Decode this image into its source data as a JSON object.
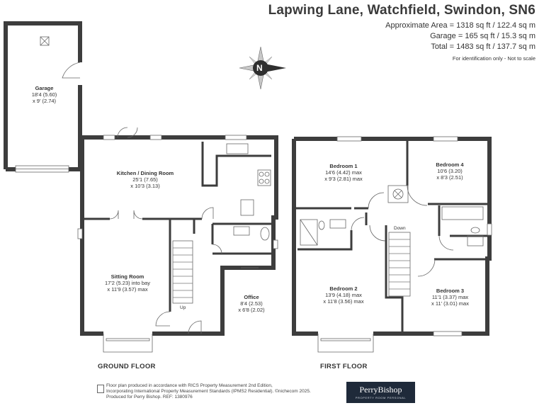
{
  "header": {
    "address": "Lapwing Lane, Watchfield, Swindon, SN6",
    "area_total_approx": "Approximate Area = 1318 sq ft / 122.4 sq m",
    "area_garage": "Garage = 165 sq ft / 15.3 sq m",
    "area_total": "Total = 1483 sq ft / 137.7 sq m",
    "note": "For identification only - Not to scale"
  },
  "compass": {
    "letter": "N"
  },
  "rooms": {
    "garage": {
      "name": "Garage",
      "dim1": "18'4 (5.60)",
      "dim2": "x 9' (2.74)"
    },
    "kitchen": {
      "name": "Kitchen / Dining Room",
      "dim1": "25'1 (7.65)",
      "dim2": "x 10'3 (3.13)"
    },
    "sitting": {
      "name": "Sitting Room",
      "dim1": "17'2 (5.23) into bay",
      "dim2": "x 11'9 (3.57) max"
    },
    "office": {
      "name": "Office",
      "dim1": "8'4 (2.53)",
      "dim2": "x 6'8 (2.02)"
    },
    "bed1": {
      "name": "Bedroom 1",
      "dim1": "14'6 (4.42) max",
      "dim2": "x 9'3 (2.81) max"
    },
    "bed4": {
      "name": "Bedroom 4",
      "dim1": "10'6 (3.20)",
      "dim2": "x 8'3 (2.51)"
    },
    "bed2": {
      "name": "Bedroom 2",
      "dim1": "13'9 (4.18) max",
      "dim2": "x 11'8 (3.56) max"
    },
    "bed3": {
      "name": "Bedroom 3",
      "dim1": "11'1 (3.37) max",
      "dim2": "x 11' (3.01) max"
    }
  },
  "stairs": {
    "up": "Up",
    "down": "Down"
  },
  "floors": {
    "ground": "GROUND FLOOR",
    "first": "FIRST FLOOR"
  },
  "footer": {
    "line1": "Floor plan produced in accordance with RICS Property Measurement 2nd Edition,",
    "line2": "Incorporating International Property Measurement Standards (IPMS2 Residential).  ©nichecom 2025.",
    "line3": "Produced for Perry Bishop.   REF: 1380976"
  },
  "logo": {
    "name": "PerryBishop",
    "tagline": "PROPERTY ROOM PERSONAL"
  },
  "colors": {
    "wall": "#3d3d3d",
    "line": "#555555",
    "logo_bg": "#1f2a3a"
  }
}
